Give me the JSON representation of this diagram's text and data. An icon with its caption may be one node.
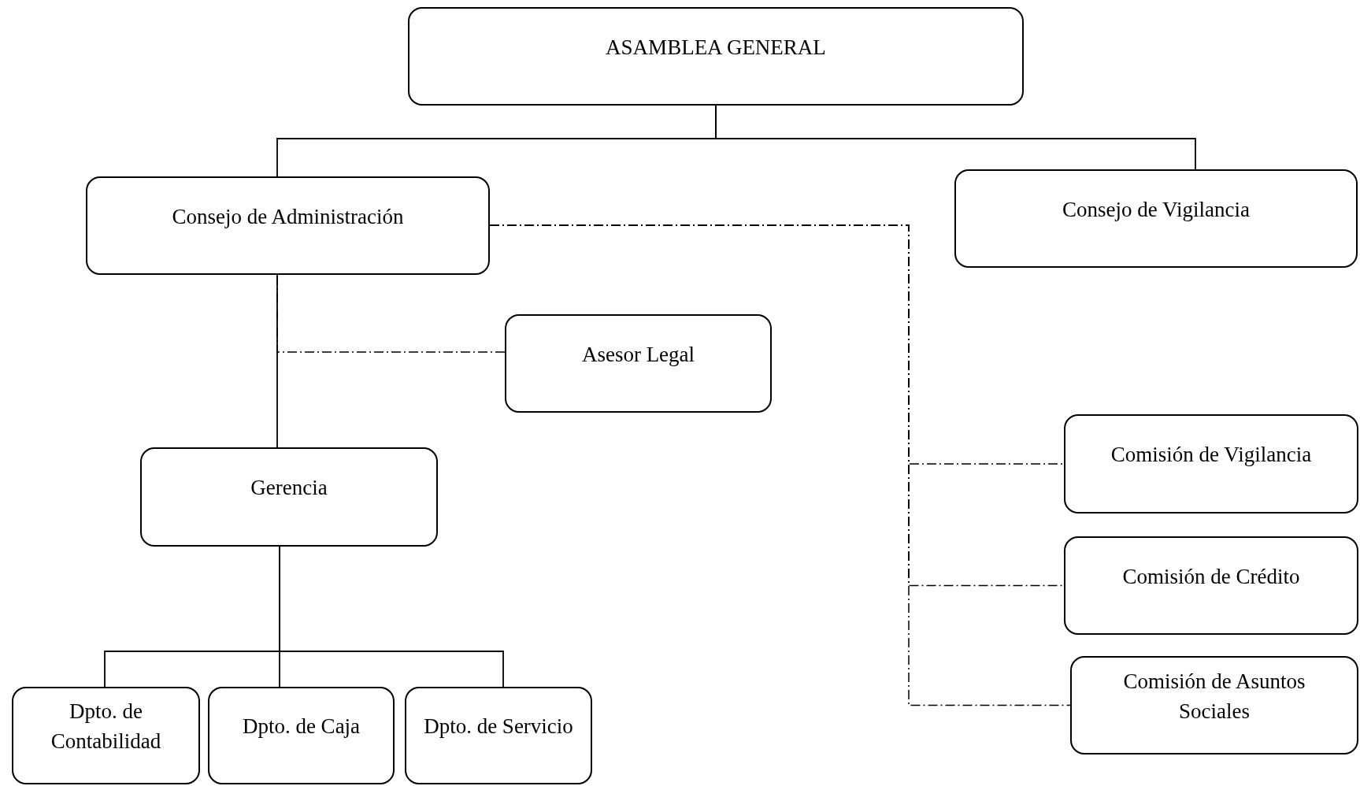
{
  "diagram": {
    "nodes": [
      {
        "text": [
          "ASAMBLEA GENERAL"
        ]
      },
      {
        "text": [
          "Consejo de Administración"
        ]
      },
      {
        "text": [
          "Consejo de Vigilancia"
        ]
      },
      {
        "text": [
          "Asesor Legal"
        ]
      },
      {
        "text": [
          "Gerencia"
        ]
      },
      {
        "text": [
          "Comisión de Vigilancia"
        ]
      },
      {
        "text": [
          "Comisión de Crédito"
        ]
      },
      {
        "text": [
          "Comisión de Asuntos Sociales"
        ]
      },
      {
        "text": [
          "Dpto. de Contabilidad"
        ]
      },
      {
        "text": [
          "Dpto. de Caja"
        ]
      },
      {
        "text": [
          "Dpto. de Servicio"
        ]
      }
    ],
    "edges": [
      {
        "from": 0,
        "to": 1,
        "arrow": "none"
      },
      {
        "from": 0,
        "to": 2,
        "arrow": "none"
      },
      {
        "from": 1,
        "to": 4,
        "arrow": "none"
      },
      {
        "from": 3,
        "to": 1,
        "arrow": "none",
        "style": "dashed"
      },
      {
        "from": 1,
        "to": 5,
        "arrow": "none",
        "style": "dashed"
      },
      {
        "from": 1,
        "to": 6,
        "arrow": "none",
        "style": "dashed"
      },
      {
        "from": 1,
        "to": 7,
        "arrow": "none",
        "style": "dashed"
      },
      {
        "from": 4,
        "to": 8,
        "arrow": "none"
      },
      {
        "from": 4,
        "to": 9,
        "arrow": "none"
      },
      {
        "from": 4,
        "to": 10,
        "arrow": "none"
      }
    ]
  }
}
